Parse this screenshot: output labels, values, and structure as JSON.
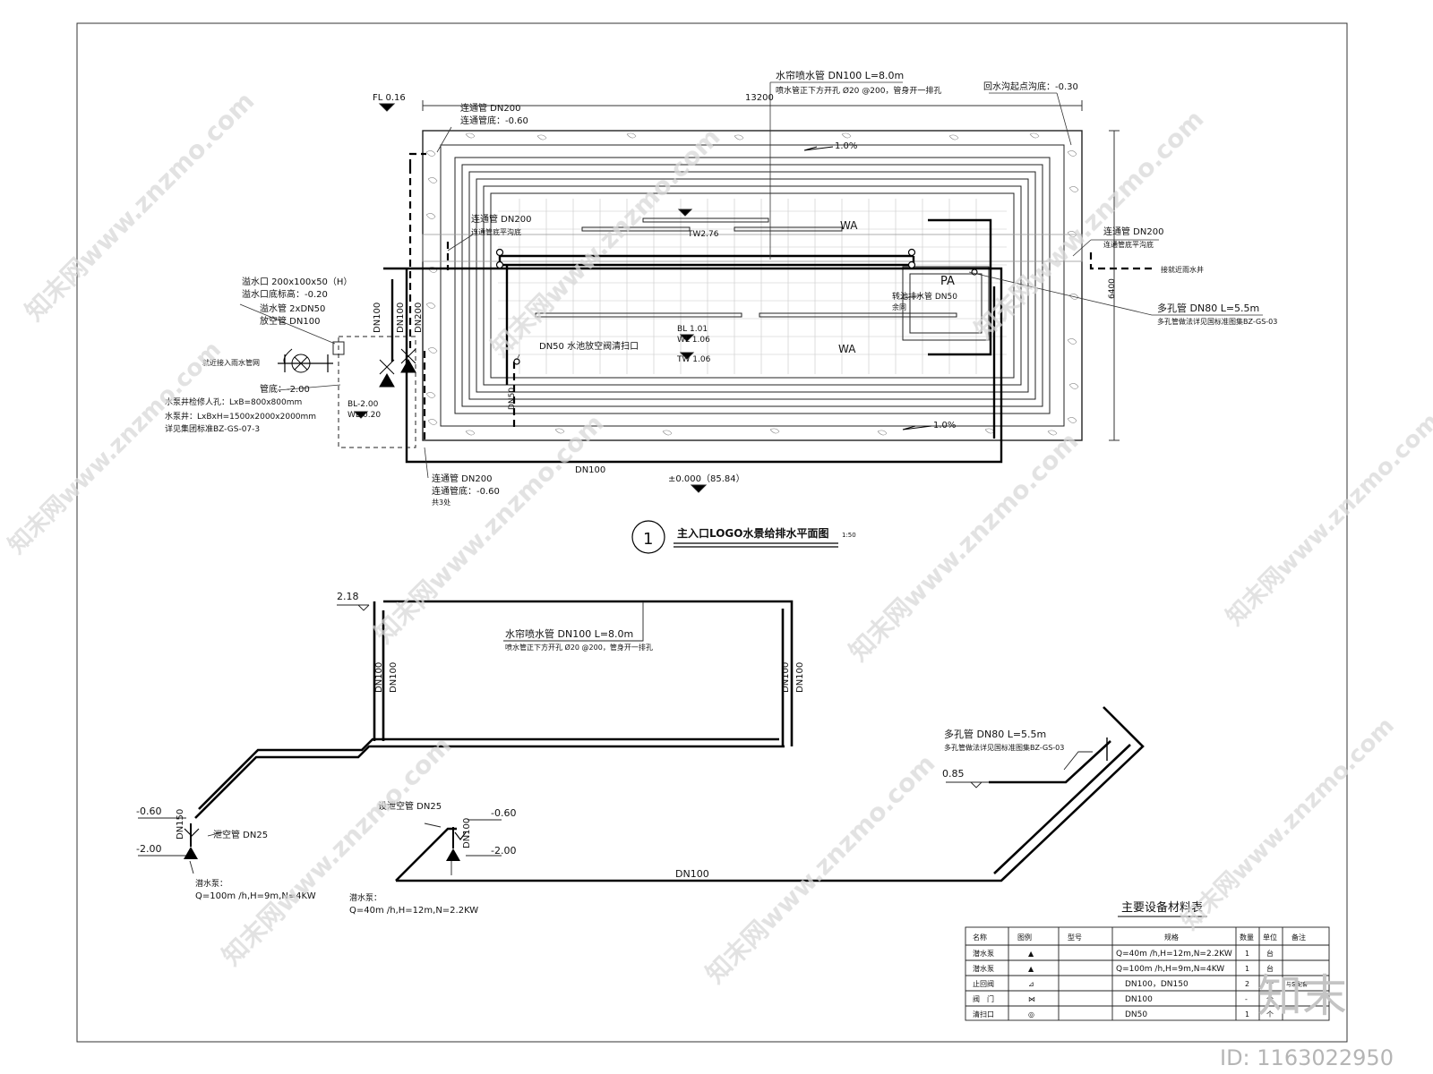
{
  "plan": {
    "fl": "FL 0.16",
    "dim_width": "13200",
    "dim_height": "6400",
    "pipe_top_1": "水帘喷水管 DN100 L=8.0m",
    "pipe_top_2": "喷水管正下方开孔 Ø20 @200，管身开一排孔",
    "return_trench": "回水沟起点沟底：-0.30",
    "conn_top_1": "连通管 DN200",
    "conn_top_2": "连通管底：-0.60",
    "slope": "1.0%",
    "conn_left_1": "连通管 DN200",
    "conn_left_2": "连通管底平沟底",
    "tw": "TW2.76",
    "wa": "WA",
    "conn_right_1": "连通管 DN200",
    "conn_right_2": "连通管底平沟底",
    "rain_well": "接就近雨水井",
    "pa": "PA",
    "dn50_drain_1": "转池排水管 DN50",
    "dn50_drain_2": "余同",
    "perf_1": "多孔管 DN80 L=5.5m",
    "perf_2": "多孔管做法详见国标准图集BZ-GS-03",
    "overflow_1": "溢水口 200x100x50（H）",
    "overflow_2": "溢水口底标高：-0.20",
    "overflow_3": "溢水管 2xDN50",
    "overflow_4": "放空管 DN100",
    "rain_pipe": "就近接入雨水管网",
    "dn100": "DN100",
    "dn200": "DN200",
    "dn50": "DN50",
    "bl_1": "BL 1.01",
    "wl_1": "WL 1.06",
    "tw_2": "TW 1.06",
    "clean_port": "DN50 水池放空阀清扫口",
    "pipe_bottom": "管底：-2.00",
    "pit_cover": "水泵井检修人孔：LxB=800x800mm",
    "pit_size": "水泵井：LxBxH=1500x2000x2000mm",
    "pit_ref": "详见集团标准BZ-GS-07-3",
    "bl_2": "BL-2.00",
    "wl_2": "WL-0.20",
    "conn_bot_1": "连通管 DN200",
    "conn_bot_2": "连通管底：-0.60",
    "conn_bot_3": "共3处",
    "origin": "±0.000（85.84）",
    "title_no": "1",
    "title": "主入口LOGO水景给排水平面图",
    "scale": "1:50"
  },
  "iso": {
    "lvl_218": "2.18",
    "pipe_1": "水帘喷水管 DN100 L=8.0m",
    "pipe_2": "喷水管正下方开孔 Ø20 @200，管身开一排孔",
    "dn100": "DN100",
    "perf_1": "多孔管 DN80 L=5.5m",
    "perf_2": "多孔管做法详见国标准图集BZ-GS-03",
    "lvl_085": "0.85",
    "lvl_m060": "-0.60",
    "lvl_m200": "-2.00",
    "dn150": "DN150",
    "vent_a": "泄空管 DN25",
    "vent_b": "设泄空管 DN25",
    "pump_label": "潜水泵：",
    "pump_a": "Q=100m /h,H=9m,N=4KW",
    "pump_b": "Q=40m /h,H=12m,N=2.2KW"
  },
  "table": {
    "title": "主要设备材料表",
    "headers": [
      "名称",
      "图例",
      "型号",
      "规格",
      "数量",
      "单位",
      "备注"
    ],
    "rows": [
      [
        "潜水泵",
        "▲",
        "",
        "Q=40m /h,H=12m,N=2.2KW",
        "1",
        "台",
        ""
      ],
      [
        "潜水泵",
        "▲",
        "",
        "Q=100m /h,H=9m,N=4KW",
        "1",
        "台",
        ""
      ],
      [
        "止回阀",
        "⊿",
        "",
        "DN100，DN150",
        "2",
        "个",
        "与泵配套"
      ],
      [
        "阀　门",
        "⋈",
        "",
        "DN100",
        "-",
        "个",
        ""
      ],
      [
        "清扫口",
        "◎",
        "",
        "DN50",
        "1",
        "个",
        ""
      ]
    ]
  },
  "watermark": {
    "site": "知末网www.znzmo.com",
    "logo": "知末",
    "id": "ID: 1163022950"
  }
}
